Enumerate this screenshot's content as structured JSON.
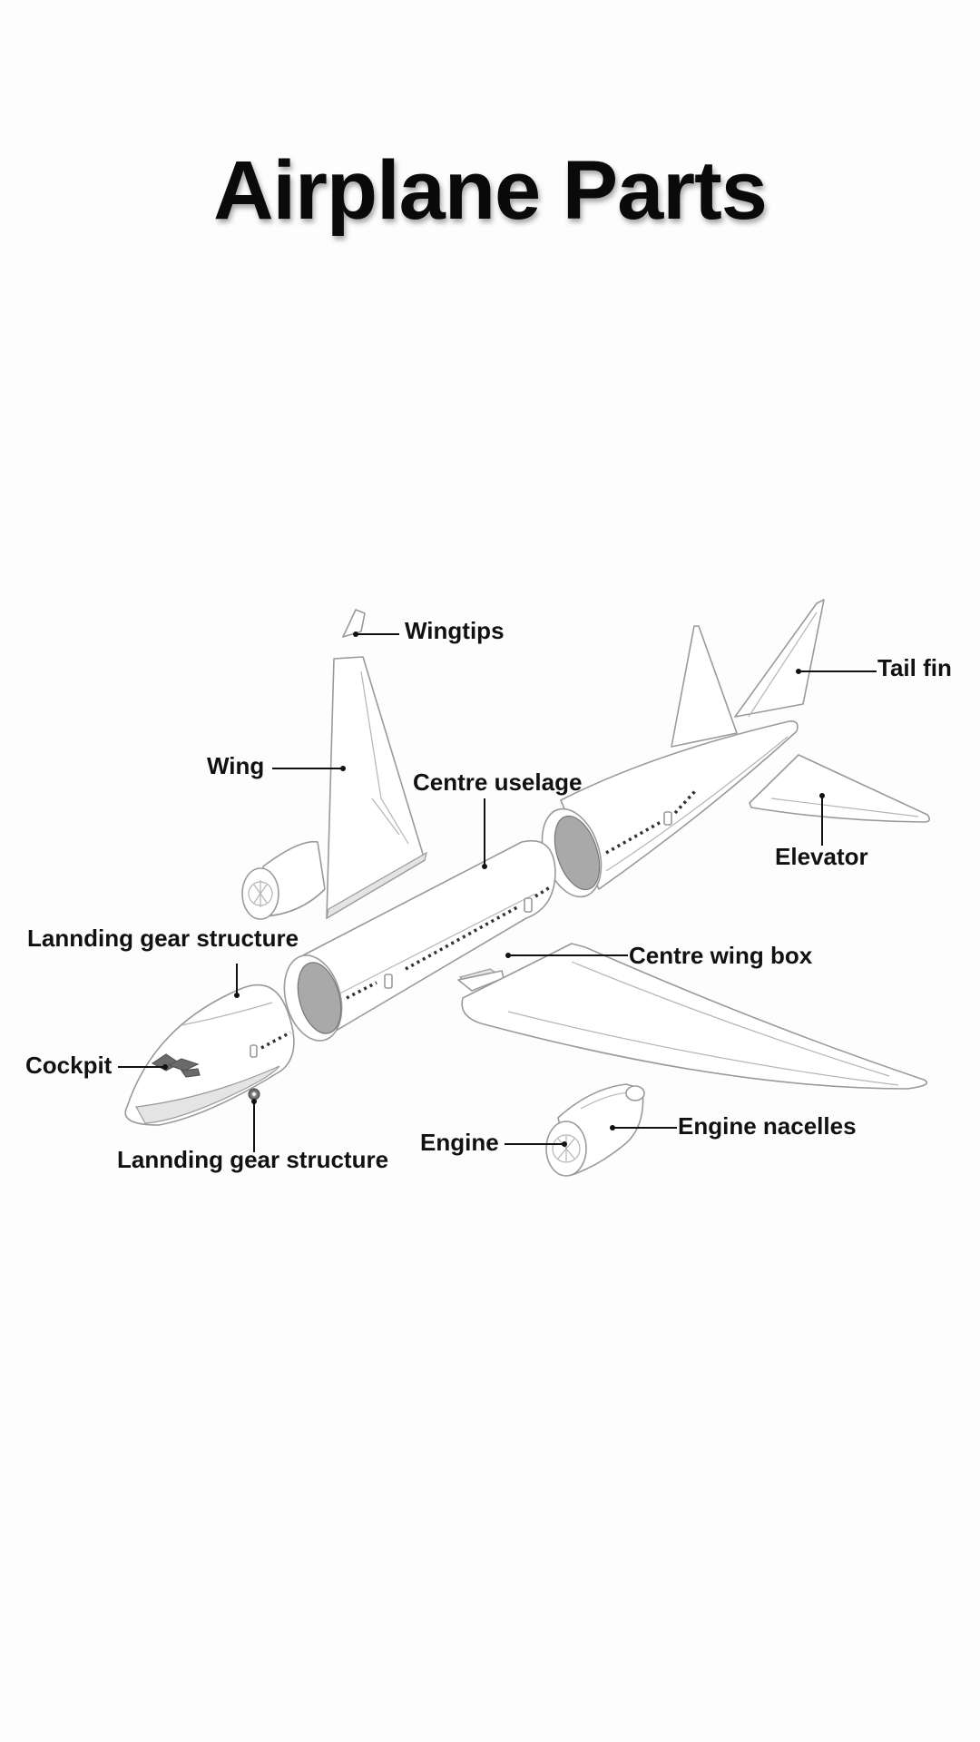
{
  "title": "Airplane Parts",
  "labels": {
    "wingtips": "Wingtips",
    "tail_fin": "Tail fin",
    "wing": "Wing",
    "centre_fuselage": "Centre uselage",
    "elevator": "Elevator",
    "landing_gear_upper": "Lannding gear structure",
    "centre_wing_box": "Centre wing box",
    "cockpit": "Cockpit",
    "engine": "Engine",
    "engine_nacelles": "Engine nacelles",
    "landing_gear_lower": "Lannding gear structure"
  }
}
